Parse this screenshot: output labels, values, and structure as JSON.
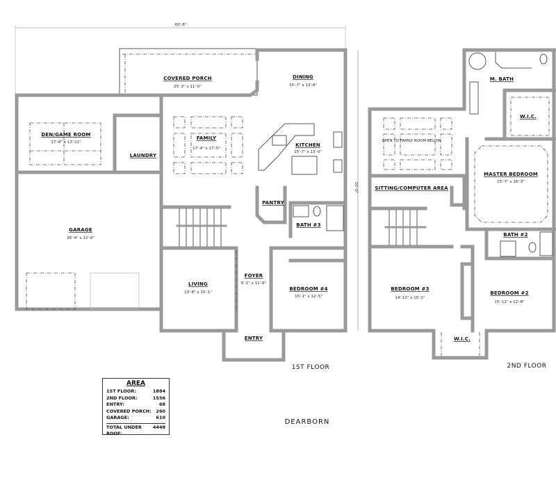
{
  "dimensions": {
    "width": "60'-8\"",
    "depth": "50'-0\""
  },
  "first_floor": {
    "label": "1ST FLOOR",
    "rooms": [
      {
        "name": "COVERED PORCH",
        "size": "25'-2\" x 11'-0\""
      },
      {
        "name": "DINING",
        "size": "15'-7\" x 13'-8\""
      },
      {
        "name": "DEN/GAME ROOM",
        "size": "17'-8\" x 13'-11\""
      },
      {
        "name": "LAUNDRY",
        "size": ""
      },
      {
        "name": "FAMILY",
        "size": "17'-4\" x 17'-5\""
      },
      {
        "name": "KITCHEN",
        "size": "15'-7\" x 13'-0\""
      },
      {
        "name": "PANTRY",
        "size": ""
      },
      {
        "name": "GARAGE",
        "size": "26'-4\" x 22'-6\""
      },
      {
        "name": "BATH #3",
        "size": ""
      },
      {
        "name": "LIVING",
        "size": "13'-8\" x 15'-1\""
      },
      {
        "name": "FOYER",
        "size": "6'-1\" x 11'-8\""
      },
      {
        "name": "BEDROOM #4",
        "size": "15'-1\" x 12'-5\""
      },
      {
        "name": "ENTRY",
        "size": ""
      }
    ]
  },
  "second_floor": {
    "label": "2ND FLOOR",
    "rooms": [
      {
        "name": "M. BATH",
        "size": ""
      },
      {
        "name": "W.I.C.",
        "size": ""
      },
      {
        "name": "OPEN TO FAMILY ROOM BELOW",
        "size": ""
      },
      {
        "name": "MASTER BEDROOM",
        "size": "15'-7\" x 16'-3\""
      },
      {
        "name": "SITTING/COMPUTER AREA",
        "size": ""
      },
      {
        "name": "BATH #2",
        "size": ""
      },
      {
        "name": "BEDROOM #3",
        "size": "14'-11\" x 15'-1\""
      },
      {
        "name": "BEDROOM #2",
        "size": "15'-11\" x 12'-8\""
      },
      {
        "name": "W.I.C.",
        "size": ""
      }
    ]
  },
  "area_table": {
    "title": "AREA",
    "rows": [
      {
        "label": "1ST FLOOR:",
        "value": "1884"
      },
      {
        "label": "2ND FLOOR:",
        "value": "1556"
      },
      {
        "label": "ENTRY:",
        "value": "68"
      },
      {
        "label": "COVERED PORCH:",
        "value": "260"
      },
      {
        "label": "GARAGE:",
        "value": "610"
      }
    ],
    "total": {
      "label": "TOTAL UNDER ROOF:",
      "value": "4448"
    }
  },
  "plan_name": "DEARBORN"
}
